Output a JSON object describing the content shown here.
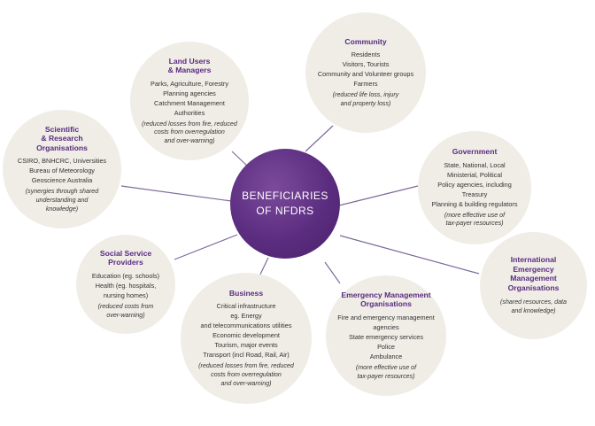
{
  "center": {
    "line1": "BENEFICIARIES",
    "line2": "OF NFDRS"
  },
  "nodes": {
    "community": {
      "title": [
        "Community"
      ],
      "items": [
        "Residents",
        "Visitors, Tourists",
        "Community and Volunteer groups",
        "Farmers"
      ],
      "note": [
        "(reduced life loss, injury",
        "and property loss)"
      ]
    },
    "land_users": {
      "title": [
        "Land Users",
        "& Managers"
      ],
      "items": [
        "Parks, Agriculture, Forestry",
        "Planning agencies",
        "Catchment Management Authorities"
      ],
      "note": [
        "(reduced losses from fire, reduced",
        "costs from overregulation",
        "and over-warning)"
      ]
    },
    "government": {
      "title": [
        "Government"
      ],
      "items": [
        "State, National, Local",
        "Ministerial, Political",
        "Policy agencies, including Treasury",
        "Planning & building regulators"
      ],
      "note": [
        "(more effective use of",
        "tax-payer resources)"
      ]
    },
    "scientific": {
      "title": [
        "Scientific",
        "& Research",
        "Organisations"
      ],
      "items": [
        "CSIRO, BNHCRC, Universities",
        "Bureau of Meteorology",
        "Geoscience Australia"
      ],
      "note": [
        "(synergies through shared",
        "understanding and",
        "knowledge)"
      ]
    },
    "international": {
      "title": [
        "International",
        "Emergency",
        "Management",
        "Organisations"
      ],
      "items": [],
      "note": [
        "(shared resources, data",
        "and knowledge)"
      ]
    },
    "social": {
      "title": [
        "Social Service",
        "Providers"
      ],
      "items": [
        "Education (eg. schools)",
        "Health (eg. hospitals,",
        "nursing homes)"
      ],
      "note": [
        "(reduced costs from",
        "over-warning)"
      ]
    },
    "business": {
      "title": [
        "Business"
      ],
      "items": [
        "Critical infrastructure",
        "eg. Energy",
        "and telecommunications utilities",
        "Economic development",
        "Tourism, major events",
        "Transport (incl Road, Rail, Air)"
      ],
      "note": [
        "(reduced losses from fire, reduced",
        "costs from overregulation",
        "and over-warning)"
      ]
    },
    "emergency": {
      "title": [
        "Emergency Management",
        "Organisations"
      ],
      "items": [
        "Fire and emergency management",
        "agencies",
        "State emergency services",
        "Police",
        "Ambulance"
      ],
      "note": [
        "(more effective use of",
        "tax-payer resources)"
      ]
    }
  },
  "colors": {
    "accent": "#5a2a82",
    "node_fill": "#efede6",
    "connector": "#7e6b9a"
  }
}
